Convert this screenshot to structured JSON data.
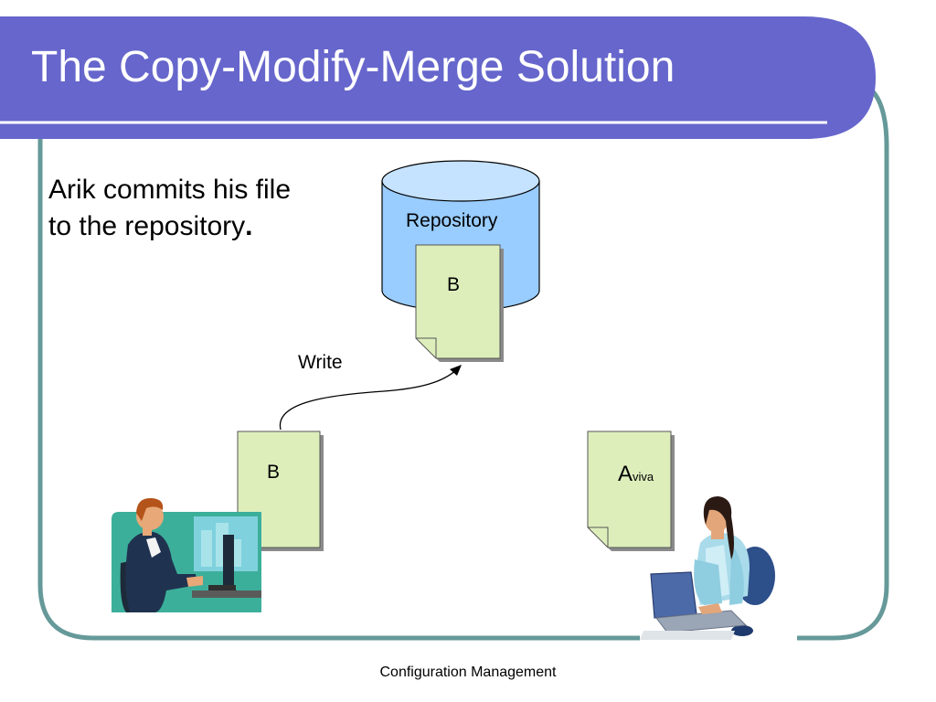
{
  "slide": {
    "title": "The Copy-Modify-Merge Solution",
    "body_line_1": "Arik commits his file",
    "body_line_2": "to the repository",
    "body_period": ".",
    "footer": "Configuration Management"
  },
  "diagram": {
    "repository_label": "Repository",
    "repo_doc_label": "B",
    "arrow_label": "Write",
    "arik_doc_label": "B",
    "aviva_doc_label": "A",
    "aviva_doc_subscript": "viva"
  },
  "colors": {
    "title_bar": "#6666cc",
    "frame": "#669999",
    "repository_fill": "#99ccff",
    "document_fill": "#ddeebb"
  }
}
